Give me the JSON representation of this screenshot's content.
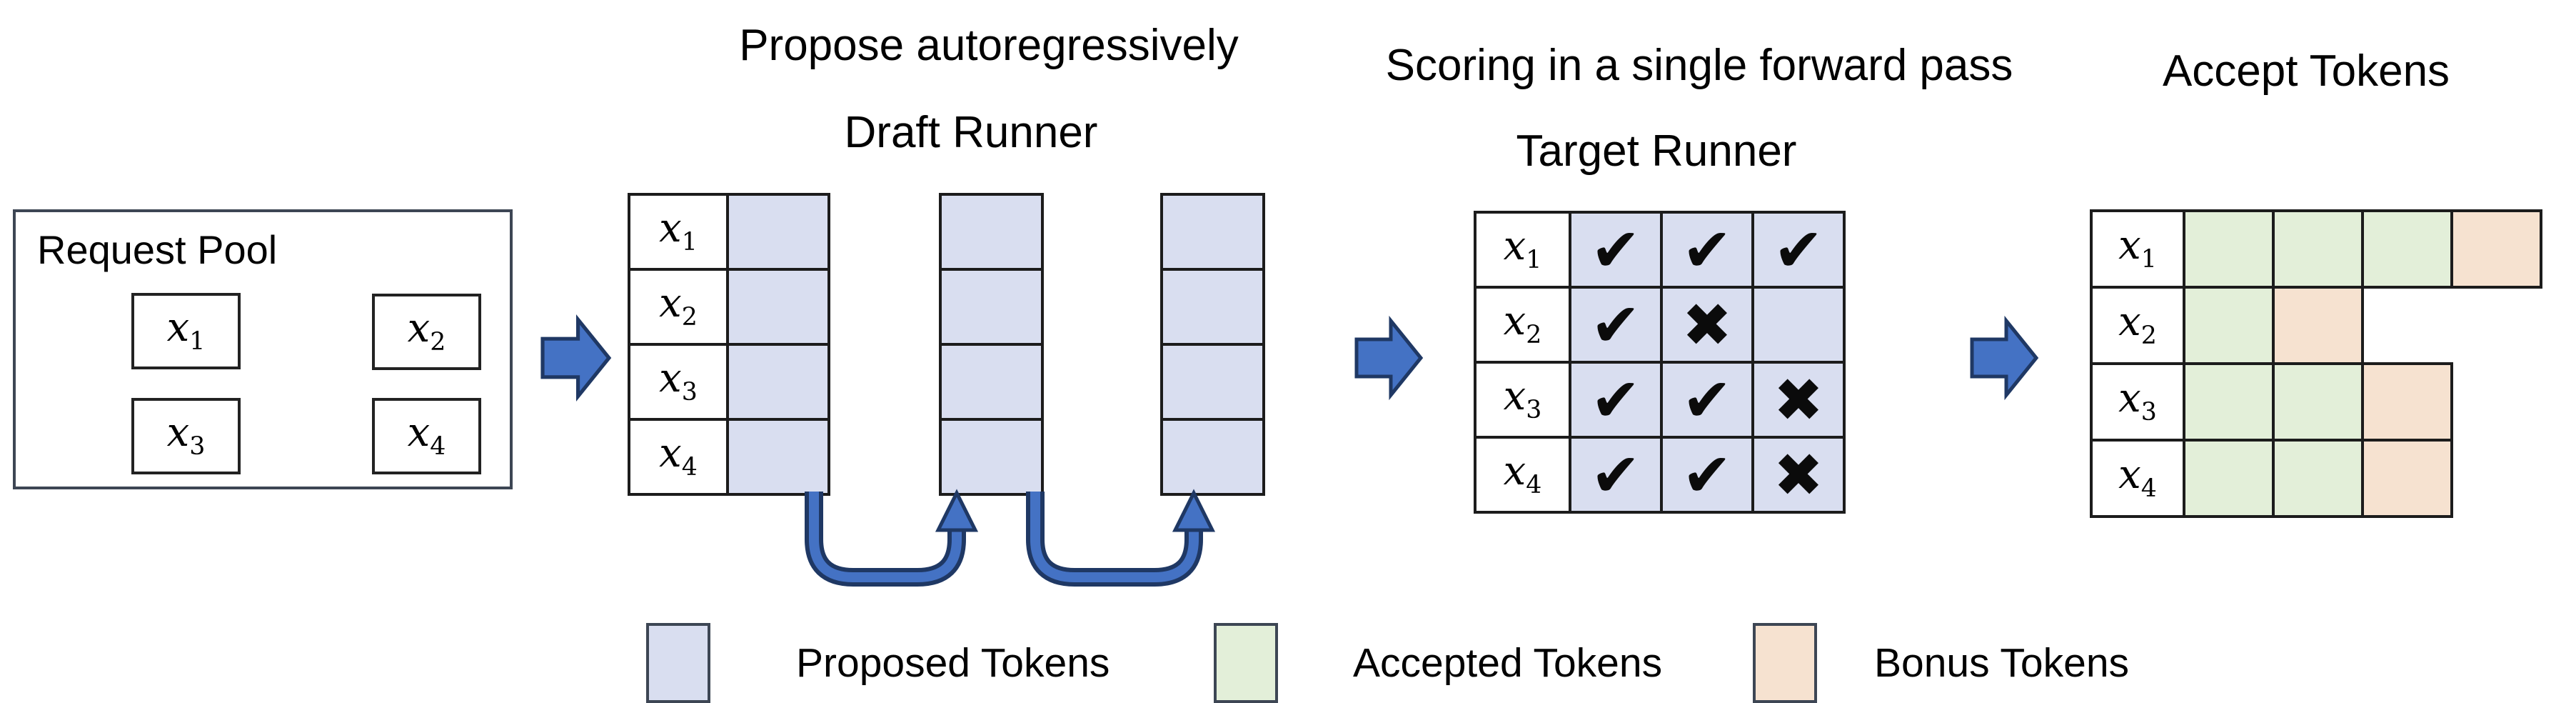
{
  "titles": {
    "propose": "Propose autoregressively",
    "draft_runner": "Draft Runner",
    "scoring": "Scoring in a single forward pass",
    "target_runner": "Target Runner",
    "accept": "Accept Tokens"
  },
  "request_pool": {
    "title": "Request Pool",
    "requests": [
      {
        "id": "R1",
        "base": "x",
        "sub": "1"
      },
      {
        "id": "R2",
        "base": "x",
        "sub": "2"
      },
      {
        "id": "R3",
        "base": "x",
        "sub": "3"
      },
      {
        "id": "R4",
        "base": "x",
        "sub": "4"
      }
    ]
  },
  "draft": {
    "rows": [
      {
        "base": "x",
        "sub": "1"
      },
      {
        "base": "x",
        "sub": "2"
      },
      {
        "base": "x",
        "sub": "3"
      },
      {
        "base": "x",
        "sub": "4"
      }
    ],
    "proposal_steps": 3
  },
  "target": {
    "rows": [
      {
        "base": "x",
        "sub": "1",
        "marks": [
          "check",
          "check",
          "check"
        ]
      },
      {
        "base": "x",
        "sub": "2",
        "marks": [
          "check",
          "cross",
          "none"
        ]
      },
      {
        "base": "x",
        "sub": "3",
        "marks": [
          "check",
          "check",
          "cross"
        ]
      },
      {
        "base": "x",
        "sub": "4",
        "marks": [
          "check",
          "check",
          "cross"
        ]
      }
    ]
  },
  "accept": {
    "rows": [
      {
        "base": "x",
        "sub": "1",
        "cells": [
          "accepted",
          "accepted",
          "accepted",
          "bonus"
        ]
      },
      {
        "base": "x",
        "sub": "2",
        "cells": [
          "accepted",
          "bonus"
        ]
      },
      {
        "base": "x",
        "sub": "3",
        "cells": [
          "accepted",
          "accepted",
          "bonus"
        ]
      },
      {
        "base": "x",
        "sub": "4",
        "cells": [
          "accepted",
          "accepted",
          "bonus"
        ]
      }
    ]
  },
  "legend": {
    "items": [
      {
        "name": "proposed",
        "label": "Proposed Tokens",
        "color": "#d9def0"
      },
      {
        "name": "accepted",
        "label": "Accepted Tokens",
        "color": "#e3efd9"
      },
      {
        "name": "bonus",
        "label": "Bonus Tokens",
        "color": "#f6e2d0"
      }
    ]
  },
  "glyphs": {
    "check": "✔",
    "cross": "✖"
  },
  "colors": {
    "proposed": "#d9def0",
    "accepted": "#e3efd9",
    "bonus": "#f6e2d0",
    "arrow_fill": "#4472c4",
    "arrow_border": "#1f3864",
    "grid_line": "#1c1c1c"
  }
}
